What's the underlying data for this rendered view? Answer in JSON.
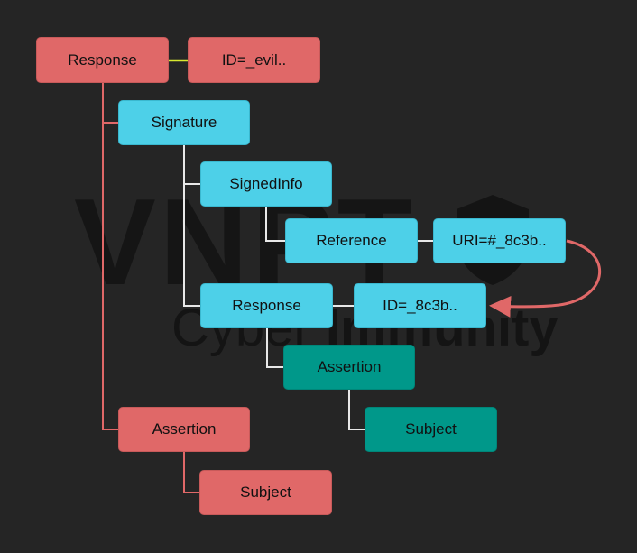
{
  "colors": {
    "background": "#252525",
    "attacker": "#e06868",
    "signed": "#4dd0e8",
    "signed_child": "#00988a",
    "connector_white": "#e8e8e8",
    "connector_yellow": "#d8e830"
  },
  "nodes": {
    "response_outer": "Response",
    "id_evil": "ID=_evil..",
    "signature": "Signature",
    "signed_info": "SignedInfo",
    "reference": "Reference",
    "uri": "URI=#_8c3b..",
    "response_inner": "Response",
    "id_inner": "ID=_8c3b..",
    "assertion_inner": "Assertion",
    "subject_inner": "Subject",
    "assertion_outer": "Assertion",
    "subject_outer": "Subject"
  },
  "watermark": {
    "brand": "VNPT",
    "tagline_light": "Cyber ",
    "tagline_bold": "Immunity"
  }
}
